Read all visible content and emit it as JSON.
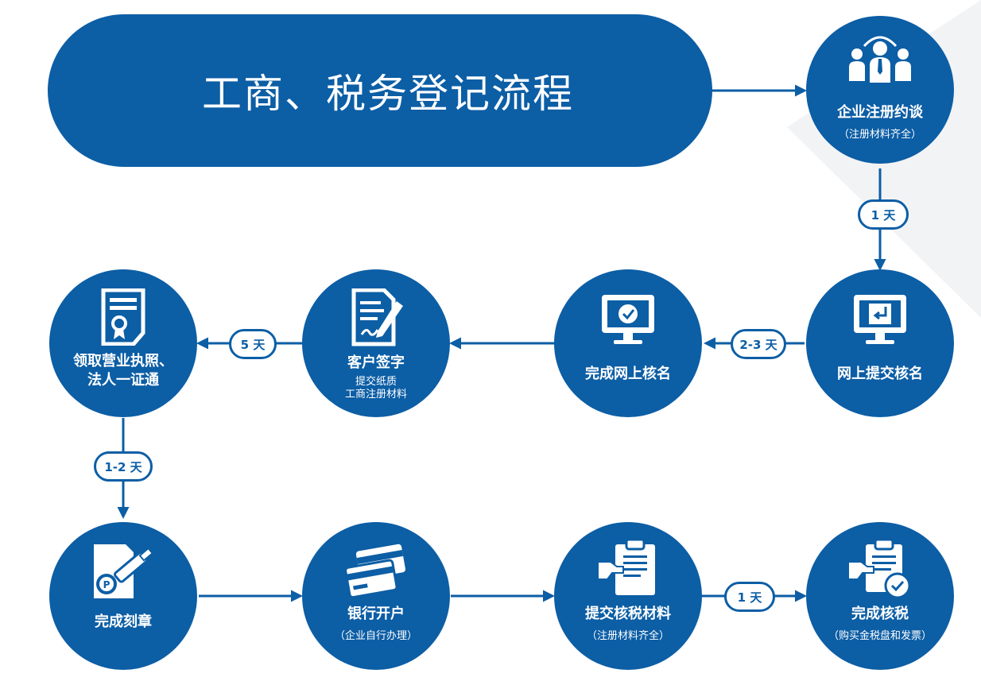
{
  "colors": {
    "primary": "#0c5ea5",
    "background": "#ffffff",
    "accent_shape": "#f2f3f5"
  },
  "title": "工商、税务登记流程",
  "steps": [
    {
      "label": "企业注册约谈",
      "sub": "（注册材料齐全）",
      "icon": "meeting-people-icon"
    },
    {
      "label": "网上提交核名",
      "sub": "",
      "icon": "computer-submit-icon"
    },
    {
      "label": "完成网上核名",
      "sub": "",
      "icon": "computer-check-icon"
    },
    {
      "label": "客户签字",
      "sub": "提交纸质\n工商注册材料",
      "icon": "document-signature-icon"
    },
    {
      "label": "领取营业执照、\n法人一证通",
      "sub": "",
      "icon": "license-certificate-icon"
    },
    {
      "label": "完成刻章",
      "sub": "",
      "icon": "stamp-seal-icon"
    },
    {
      "label": "银行开户",
      "sub": "（企业自行办理）",
      "icon": "bank-cards-icon"
    },
    {
      "label": "提交核税材料",
      "sub": "（注册材料齐全）",
      "icon": "clipboard-submit-icon"
    },
    {
      "label": "完成核税",
      "sub": "（购买金税盘和发票）",
      "icon": "clipboard-check-icon"
    }
  ],
  "durations": [
    "1 天",
    "2-3 天",
    "5 天",
    "1-2 天",
    "1 天"
  ]
}
